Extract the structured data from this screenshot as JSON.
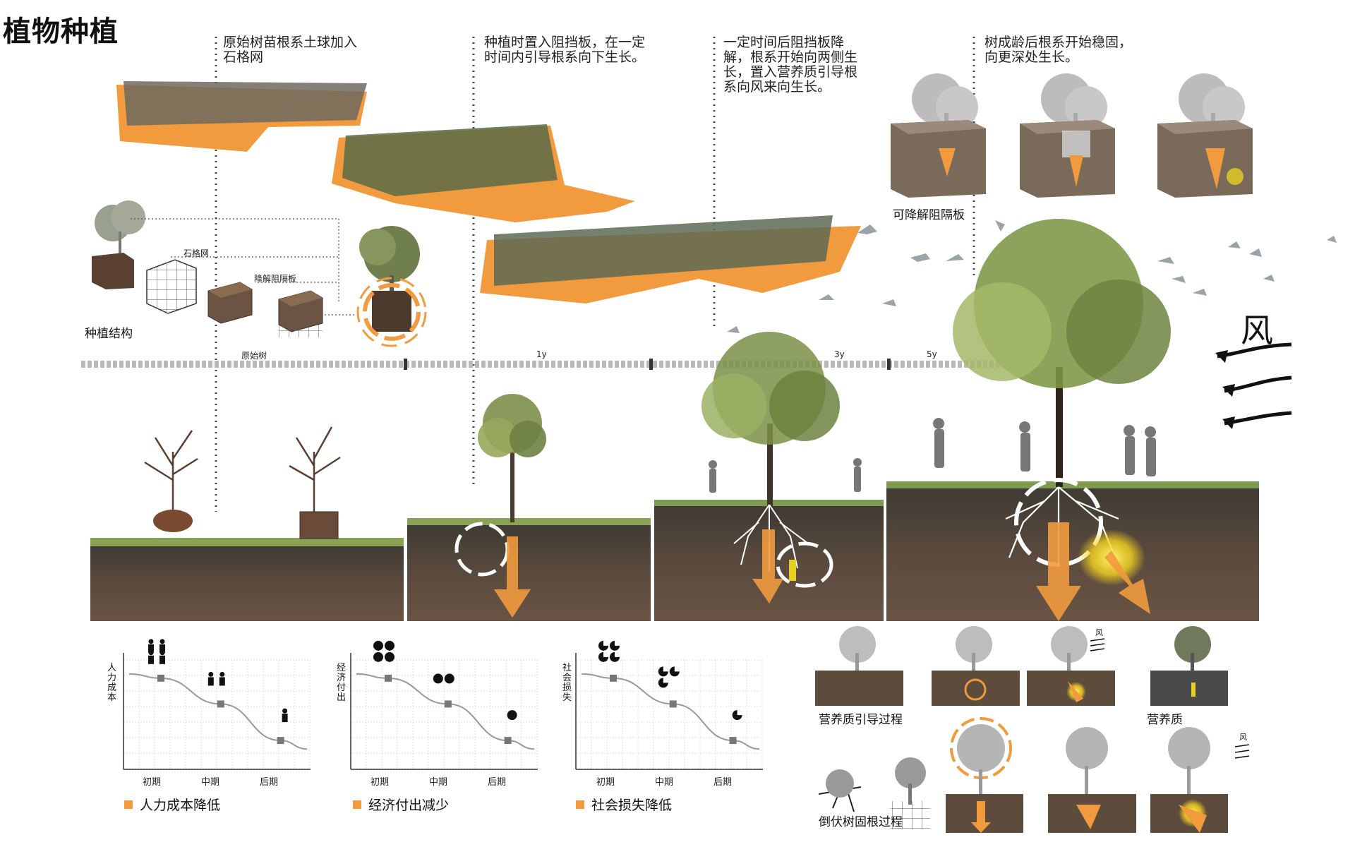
{
  "title": "植物种植",
  "notes": [
    "原始树苗根系土球加入石格网",
    "种植时置入阻挡板，在一定时间内引导根系向下生长。",
    "一定时间后阻挡板降解，根系开始向两侧生长，置入营养质引导根系向风来向生长。",
    "树成龄后根系开始稳固，向更深处生长。"
  ],
  "structure": {
    "title": "种植结构",
    "mesh": "石格网",
    "barrier": "降解阻隔板",
    "degradable": "可降解阻隔板"
  },
  "timeline": {
    "labels": [
      "原始树",
      "1y",
      "3y",
      "5y"
    ]
  },
  "wind": {
    "big": "风",
    "small": "风"
  },
  "process": {
    "nutrient_guide": "营养质引导过程",
    "nutrient": "营养质",
    "fallen_tree": "倒伏树固根过程"
  },
  "colors": {
    "accent": "#f19a3e",
    "soil": "#4a3f36",
    "grass": "#8aa158",
    "tree": "#7d8f4a"
  },
  "chart_data": [
    {
      "type": "line",
      "ylabel": "人力成本",
      "categories": [
        "初期",
        "中期",
        "后期"
      ],
      "values": [
        3.0,
        2.15,
        0.95
      ],
      "legend": "人力成本降低",
      "icons": [
        4,
        2,
        1
      ],
      "icon": "person-icon"
    },
    {
      "type": "line",
      "ylabel": "经济付出",
      "categories": [
        "初期",
        "中期",
        "后期"
      ],
      "values": [
        3.0,
        2.15,
        0.95
      ],
      "legend": "经济付出减少",
      "icons": [
        4,
        2,
        1
      ],
      "icon": "money-bag-icon"
    },
    {
      "type": "line",
      "ylabel": "社会损失",
      "categories": [
        "初期",
        "中期",
        "后期"
      ],
      "values": [
        3.0,
        2.15,
        0.95
      ],
      "legend": "社会损失降低",
      "icons": [
        4,
        3,
        1
      ],
      "icon": "pie-icon"
    }
  ]
}
